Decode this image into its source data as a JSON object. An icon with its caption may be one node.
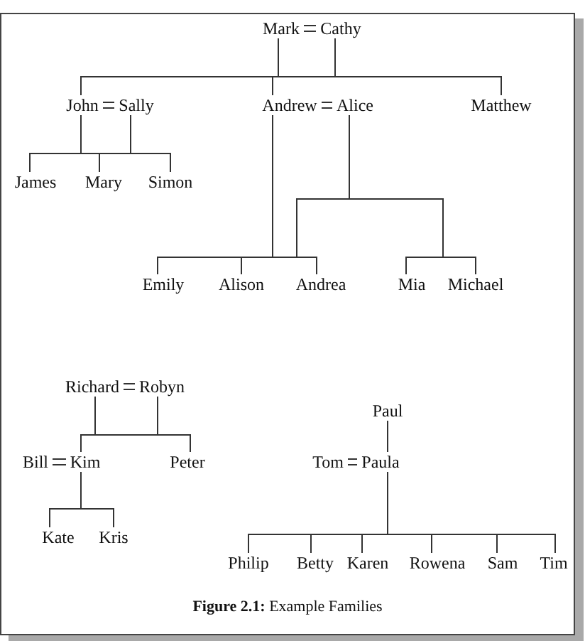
{
  "diagram": {
    "caption": "**Figure 2.1:** Example Families",
    "nodes": [
      {
        "text": [
          "Mark"
        ]
      },
      {
        "text": [
          "Cathy"
        ]
      },
      {
        "text": [
          "John"
        ]
      },
      {
        "text": [
          "Sally"
        ]
      },
      {
        "text": [
          "Andrew"
        ]
      },
      {
        "text": [
          "Alice"
        ]
      },
      {
        "text": [
          "Matthew"
        ]
      },
      {
        "text": [
          "James"
        ]
      },
      {
        "text": [
          "Mary"
        ]
      },
      {
        "text": [
          "Simon"
        ]
      },
      {
        "text": [
          "Emily"
        ]
      },
      {
        "text": [
          "Alison"
        ]
      },
      {
        "text": [
          "Andrea"
        ]
      },
      {
        "text": [
          "Mia"
        ]
      },
      {
        "text": [
          "Michael"
        ]
      },
      {
        "text": [
          "Richard"
        ]
      },
      {
        "text": [
          "Robyn"
        ]
      },
      {
        "text": [
          "Paul"
        ]
      },
      {
        "text": [
          "Bill"
        ]
      },
      {
        "text": [
          "Kim"
        ]
      },
      {
        "text": [
          "Peter"
        ]
      },
      {
        "text": [
          "Tom"
        ]
      },
      {
        "text": [
          "Paula"
        ]
      },
      {
        "text": [
          "Kate"
        ]
      },
      {
        "text": [
          "Kris"
        ]
      },
      {
        "text": [
          "Philip"
        ]
      },
      {
        "text": [
          "Betty"
        ]
      },
      {
        "text": [
          "Karen"
        ]
      },
      {
        "text": [
          "Rowena"
        ]
      },
      {
        "text": [
          "Sam"
        ]
      },
      {
        "text": [
          "Tim"
        ]
      }
    ],
    "edges": [
      {
        "from": 0,
        "to": 1,
        "arrow": "none"
      },
      {
        "from": 0,
        "to": 2,
        "arrow": "none"
      },
      {
        "from": 0,
        "to": 4,
        "arrow": "none"
      },
      {
        "from": 0,
        "to": 6,
        "arrow": "none"
      },
      {
        "from": 1,
        "to": 2,
        "arrow": "none"
      },
      {
        "from": 1,
        "to": 4,
        "arrow": "none"
      },
      {
        "from": 1,
        "to": 6,
        "arrow": "none"
      },
      {
        "from": 2,
        "to": 3,
        "arrow": "none"
      },
      {
        "from": 4,
        "to": 5,
        "arrow": "none"
      },
      {
        "from": 2,
        "to": 7,
        "arrow": "none"
      },
      {
        "from": 2,
        "to": 8,
        "arrow": "none"
      },
      {
        "from": 2,
        "to": 9,
        "arrow": "none"
      },
      {
        "from": 3,
        "to": 7,
        "arrow": "none"
      },
      {
        "from": 3,
        "to": 8,
        "arrow": "none"
      },
      {
        "from": 3,
        "to": 9,
        "arrow": "none"
      },
      {
        "from": 4,
        "to": 10,
        "arrow": "none"
      },
      {
        "from": 4,
        "to": 11,
        "arrow": "none"
      },
      {
        "from": 4,
        "to": 12,
        "arrow": "none"
      },
      {
        "from": 5,
        "to": 10,
        "arrow": "none"
      },
      {
        "from": 5,
        "to": 11,
        "arrow": "none"
      },
      {
        "from": 5,
        "to": 12,
        "arrow": "none"
      },
      {
        "from": 5,
        "to": 13,
        "arrow": "none"
      },
      {
        "from": 5,
        "to": 14,
        "arrow": "none"
      },
      {
        "from": 15,
        "to": 16,
        "arrow": "none"
      },
      {
        "from": 15,
        "to": 19,
        "arrow": "none"
      },
      {
        "from": 15,
        "to": 20,
        "arrow": "none"
      },
      {
        "from": 16,
        "to": 19,
        "arrow": "none"
      },
      {
        "from": 16,
        "to": 20,
        "arrow": "none"
      },
      {
        "from": 17,
        "to": 22,
        "arrow": "none"
      },
      {
        "from": 18,
        "to": 19,
        "arrow": "none"
      },
      {
        "from": 21,
        "to": 22,
        "arrow": "none"
      },
      {
        "from": 19,
        "to": 23,
        "arrow": "none"
      },
      {
        "from": 19,
        "to": 24,
        "arrow": "none"
      },
      {
        "from": 22,
        "to": 25,
        "arrow": "none"
      },
      {
        "from": 22,
        "to": 26,
        "arrow": "none"
      },
      {
        "from": 22,
        "to": 27,
        "arrow": "none"
      },
      {
        "from": 22,
        "to": 28,
        "arrow": "none"
      },
      {
        "from": 22,
        "to": 29,
        "arrow": "none"
      },
      {
        "from": 22,
        "to": 30,
        "arrow": "none"
      }
    ]
  }
}
